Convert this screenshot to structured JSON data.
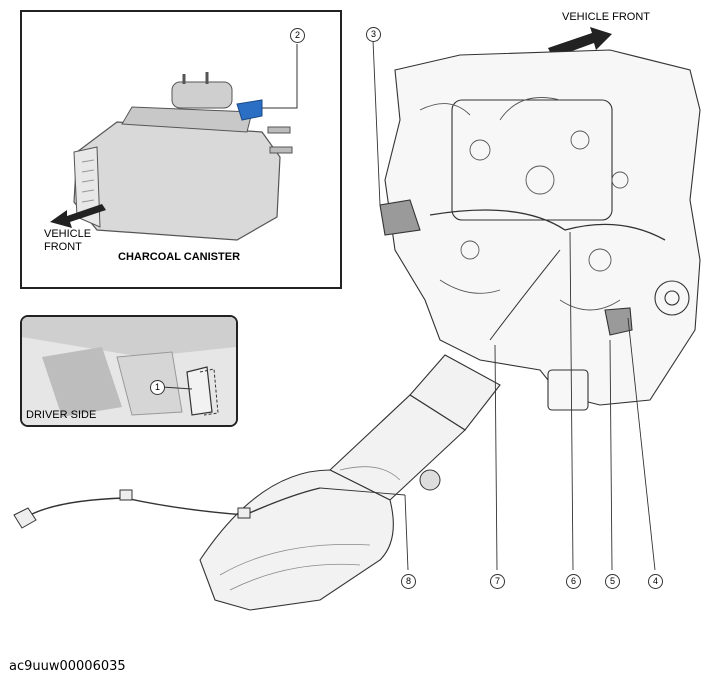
{
  "canister_inset": {
    "title": "CHARCOAL CANISTER",
    "arrow_label_line1": "VEHICLE",
    "arrow_label_line2": "FRONT"
  },
  "driver_inset": {
    "label": "DRIVER SIDE"
  },
  "main": {
    "vehicle_front_label": "VEHICLE FRONT"
  },
  "callouts": [
    "1",
    "2",
    "3",
    "4",
    "5",
    "6",
    "7",
    "8"
  ],
  "figure_id": "ac9uuw00006035",
  "colors": {
    "highlight": "#2b6fc4",
    "line": "#333333"
  }
}
